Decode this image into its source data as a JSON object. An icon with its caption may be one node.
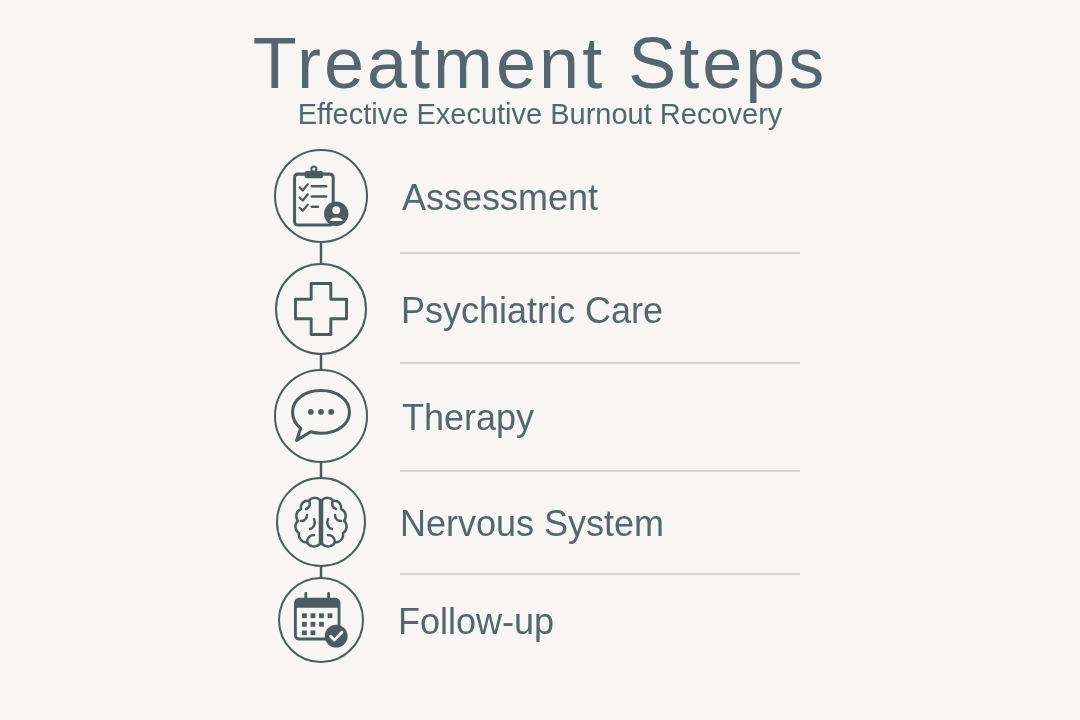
{
  "diagram": {
    "title": "Treatment Steps",
    "nodes": [
      {
        "text": [],
        "shape": "circle",
        "beside": [
          "Assessment"
        ]
      },
      {
        "text": [],
        "shape": "circle",
        "beside": [
          "Psychiatric Care"
        ]
      },
      {
        "text": [],
        "shape": "circle",
        "beside": [
          "Therapy"
        ]
      },
      {
        "text": [],
        "shape": "circle",
        "beside": [
          "Nervous System"
        ]
      },
      {
        "text": [],
        "shape": "circle",
        "beside": [
          "Follow-up"
        ]
      }
    ],
    "edges": [
      {
        "from": 0,
        "to": 1,
        "arrow": "none"
      },
      {
        "from": 1,
        "to": 2,
        "arrow": "none"
      },
      {
        "from": 2,
        "to": 3,
        "arrow": "none"
      },
      {
        "from": 3,
        "to": 4,
        "arrow": "none"
      }
    ],
    "labels": [
      "Effective Executive Burnout Recovery"
    ]
  }
}
